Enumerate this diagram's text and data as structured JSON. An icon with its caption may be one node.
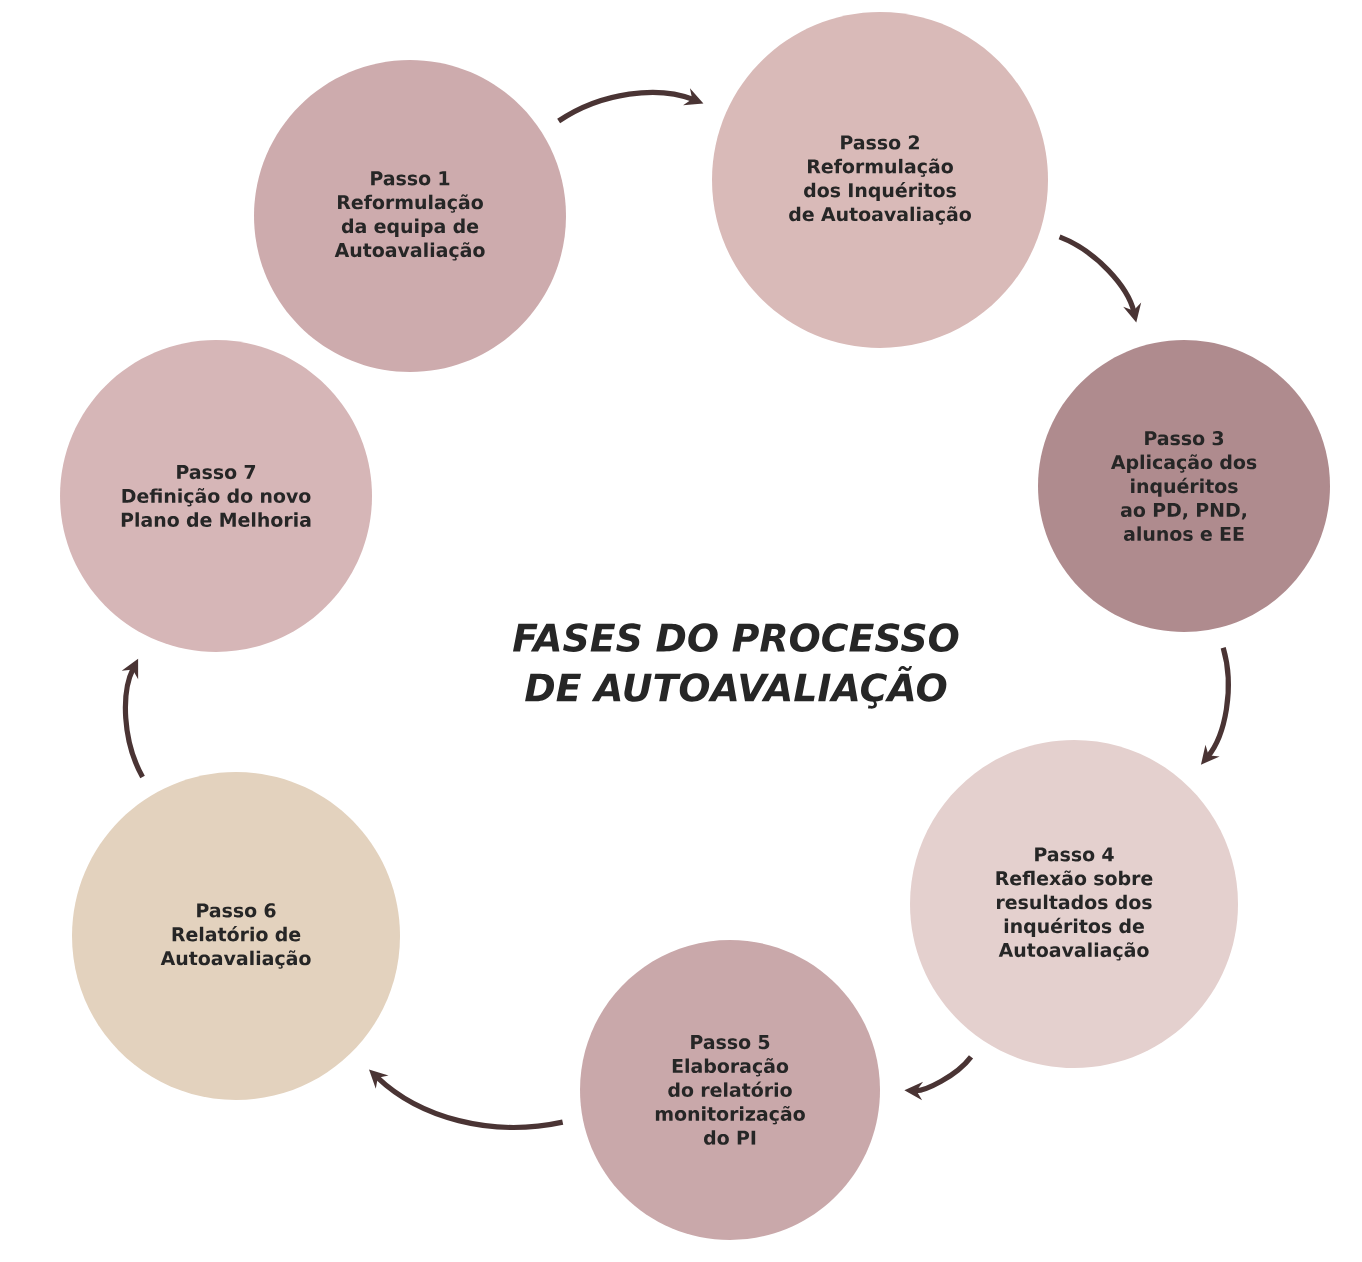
{
  "diagram": {
    "title": "FASES DO PROCESSO DE AUTOAVALIAÇÃO",
    "nodes": [
      {
        "text": [
          "Passo 1",
          "Reformulação da equipa de Autoavaliação"
        ]
      },
      {
        "text": [
          "Passo 2",
          "Reformulação dos Inquéritos de Autoavaliação"
        ]
      },
      {
        "text": [
          "Passo 3",
          "Aplicação dos inquéritos ao PD, PND, alunos e EE"
        ]
      },
      {
        "text": [
          "Passo 4",
          "Reflexão sobre resultados dos inquéritos de Autoavaliação"
        ]
      },
      {
        "text": [
          "Passo 5",
          "Elaboração do relatório monitorização do PI"
        ]
      },
      {
        "text": [
          "Passo 6",
          "Relatório de Autoavaliação"
        ]
      },
      {
        "text": [
          "Passo 7",
          "Definição do novo Plano de Melhoria"
        ]
      }
    ],
    "edges": [
      {
        "from": 0,
        "to": 1,
        "arrow": "to"
      },
      {
        "from": 1,
        "to": 2,
        "arrow": "to"
      },
      {
        "from": 2,
        "to": 3,
        "arrow": "to"
      },
      {
        "from": 3,
        "to": 4,
        "arrow": "to"
      },
      {
        "from": 4,
        "to": 5,
        "arrow": "to"
      },
      {
        "from": 5,
        "to": 6,
        "arrow": "to"
      }
    ]
  }
}
